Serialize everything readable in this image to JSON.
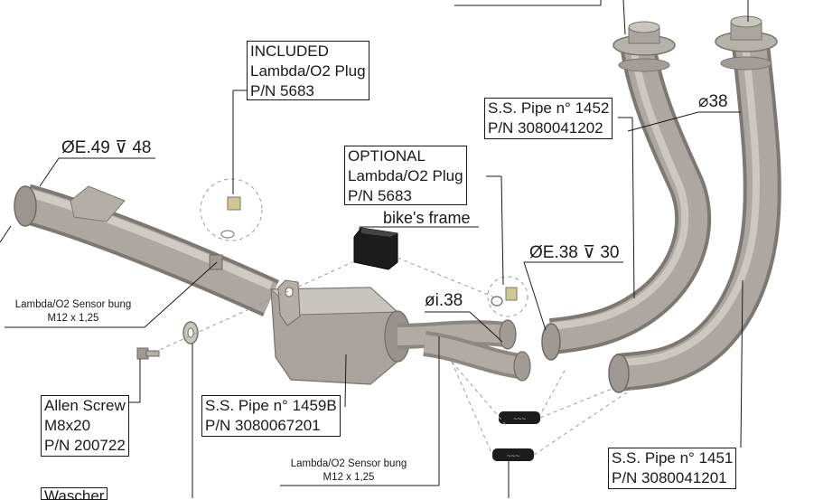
{
  "callouts": {
    "included_plug": [
      "INCLUDED",
      "Lambda/O2 Plug",
      "P/N 5683"
    ],
    "optional_plug": [
      "OPTIONAL",
      "Lambda/O2 Plug",
      "P/N 5683"
    ],
    "pipe_1452": [
      "S.S. Pipe n° 1452",
      "P/N 3080041202"
    ],
    "pipe_1459b": [
      "S.S. Pipe n° 1459B",
      "P/N 3080067201"
    ],
    "pipe_1451": [
      "S.S. Pipe n° 1451",
      "P/N 3080041201"
    ],
    "allen_screw": [
      "Allen Screw",
      "M8x20",
      "P/N 200722"
    ],
    "washer_partial": "Wascher"
  },
  "frame_label": "bike's frame",
  "dimensions": {
    "inlet_main": "ØE.49",
    "inlet_main_depth": "48",
    "pipe_dia": "38",
    "outlet_outer": "ØE.38",
    "outlet_depth": "30",
    "inner_dia": "øi.38"
  },
  "sensor_bung_1": [
    "Lambda/O2 Sensor bung",
    "M12 x 1,25"
  ],
  "sensor_bung_2": [
    "Lambda/O2 Sensor bung",
    "M12 x 1,25"
  ],
  "colors": {
    "metal": "#a8a49d",
    "metal_dark": "#7f7b74",
    "metal_light": "#cfccc6",
    "line": "#1a1a1a",
    "bracket": "#1c1c1c"
  }
}
